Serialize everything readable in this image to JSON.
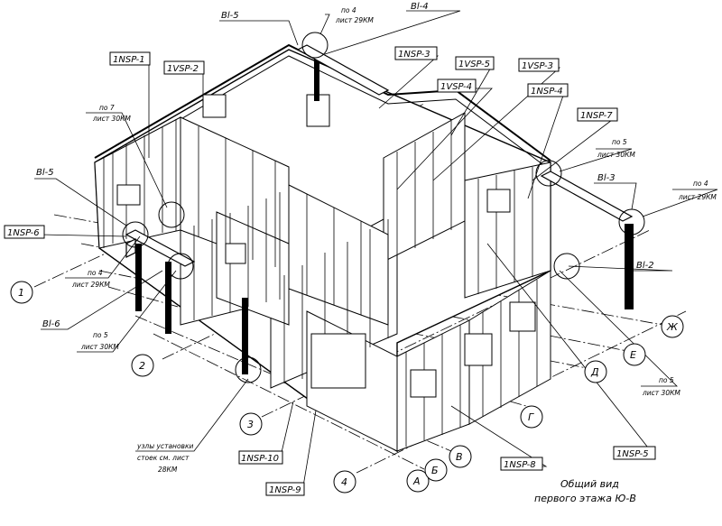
{
  "title": {
    "line1": "Общий вид",
    "line2": "первого этажа Ю-В"
  },
  "boxed_labels": {
    "nsp1": "1NSP-1",
    "nsp3": "1NSP-3",
    "nsp4": "1NSP-4",
    "nsp5": "1NSP-5",
    "nsp6": "1NSP-6",
    "nsp7": "1NSP-7",
    "nsp8": "1NSP-8",
    "nsp9": "1NSP-9",
    "nsp10": "1NSP-10",
    "vsp2": "1VSP-2",
    "vsp3": "1VSP-3",
    "vsp4": "1VSP-4",
    "vsp5": "1VSP-5"
  },
  "beam_labels": {
    "bl5_top": "Bl-5",
    "bl4": "Bl-4",
    "bl5_left": "Bl-5",
    "bl6": "Bl-6",
    "bl3": "Bl-3",
    "bl2": "Bl-2"
  },
  "references": {
    "top_po": "по 4",
    "top_list": "лист 29КМ",
    "l7_po": "по 7",
    "l7_list": "лист 30КМ",
    "l4_po": "по 4",
    "l4_list": "лист 29КМ",
    "l5_po": "по 5",
    "l5_list": "лист 30КМ",
    "r5_po": "по 5",
    "r5_list": "лист 30КМ",
    "r4_po": "по 4",
    "r4_list": "лист 29КМ",
    "rb5_po": "по 5",
    "rb5_list": "лист 30КМ",
    "nodes_l1": "узлы установки",
    "nodes_l2": "стоек см. лист",
    "nodes_l3": "28КМ"
  },
  "axes": {
    "a1": "1",
    "a2": "2",
    "a3": "3",
    "a4": "4",
    "aA": "А",
    "aB6": "Б",
    "aV": "В",
    "aG": "Г",
    "aD": "Д",
    "aE": "Е",
    "aZh": "Ж"
  }
}
